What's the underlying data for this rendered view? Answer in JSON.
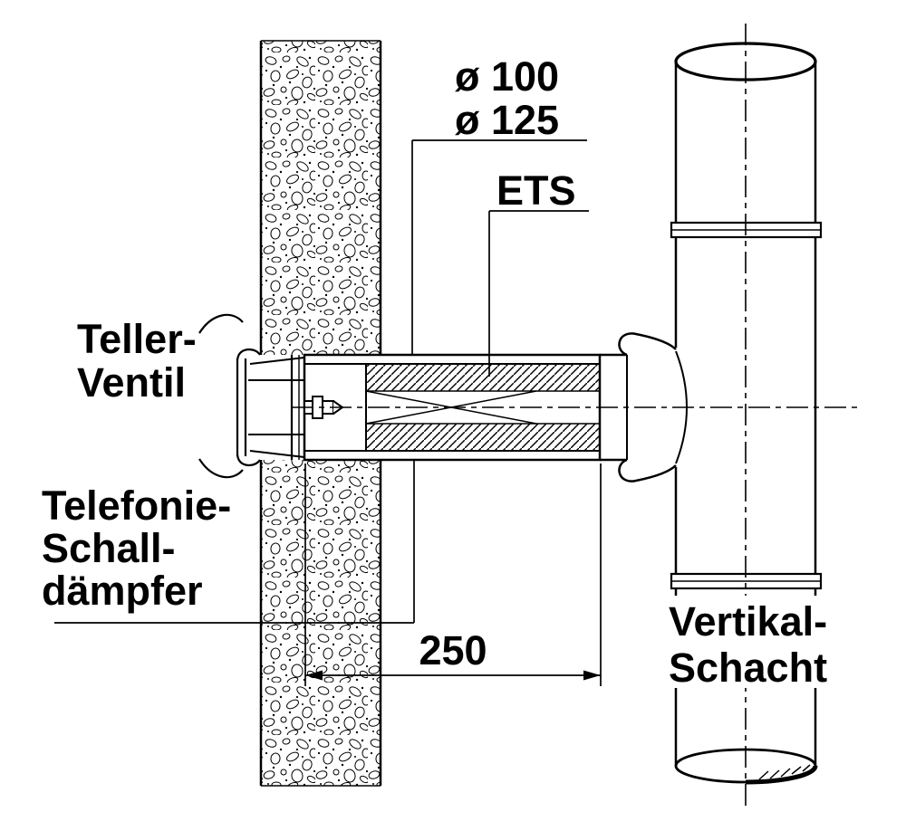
{
  "labels": {
    "diameter_100": "ø 100",
    "diameter_125": "ø 125",
    "ets": "ETS",
    "teller_ventil": {
      "line1": "Teller-",
      "line2": "Ventil"
    },
    "telefonie": {
      "line1": "Telefonie-",
      "line2": "Schall-",
      "line3": "dämpfer"
    },
    "dimension_250": "250",
    "vertikal_schacht": {
      "line1": "Vertikal-",
      "line2": "Schacht"
    }
  },
  "colors": {
    "line": "#000000",
    "background": "#ffffff"
  }
}
